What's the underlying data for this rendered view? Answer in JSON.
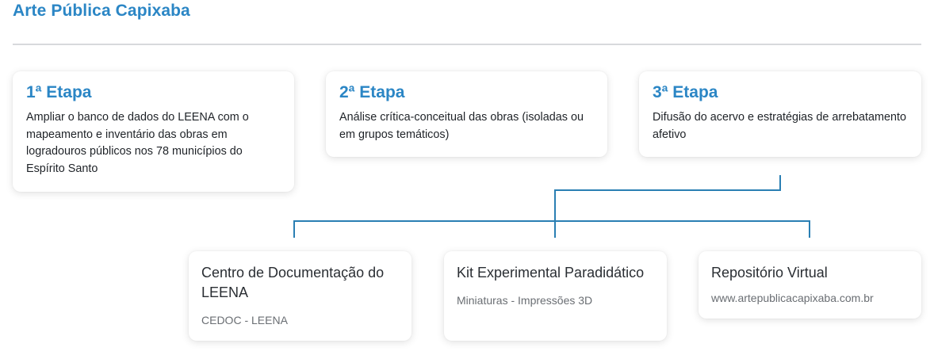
{
  "header": {
    "title": "Arte Pública Capixaba"
  },
  "stages": [
    {
      "title": "1ª Etapa",
      "description": "Ampliar o banco de dados do LEENA com o mapeamento e inventário das obras em logradouros públicos nos 78 municípios do Espírito Santo"
    },
    {
      "title": "2ª Etapa",
      "description": "Análise crítica-conceitual das obras (isoladas ou em grupos temáticos)"
    },
    {
      "title": "3ª Etapa",
      "description": "Difusão do acervo e estratégias de arrebatamento afetivo"
    }
  ],
  "outputs": [
    {
      "title": "Centro de Documentação do LEENA",
      "subtitle": "CEDOC - LEENA"
    },
    {
      "title": "Kit Experimental Paradidático",
      "subtitle": "Miniaturas - Impressões 3D"
    },
    {
      "title": "Repositório Virtual",
      "subtitle": "www.artepublicacapixaba.com.br"
    }
  ],
  "colors": {
    "accent": "#2b86c5",
    "connector": "#2a7fb3",
    "divider": "#d7d9dc",
    "muted_text": "#6a6e73"
  }
}
